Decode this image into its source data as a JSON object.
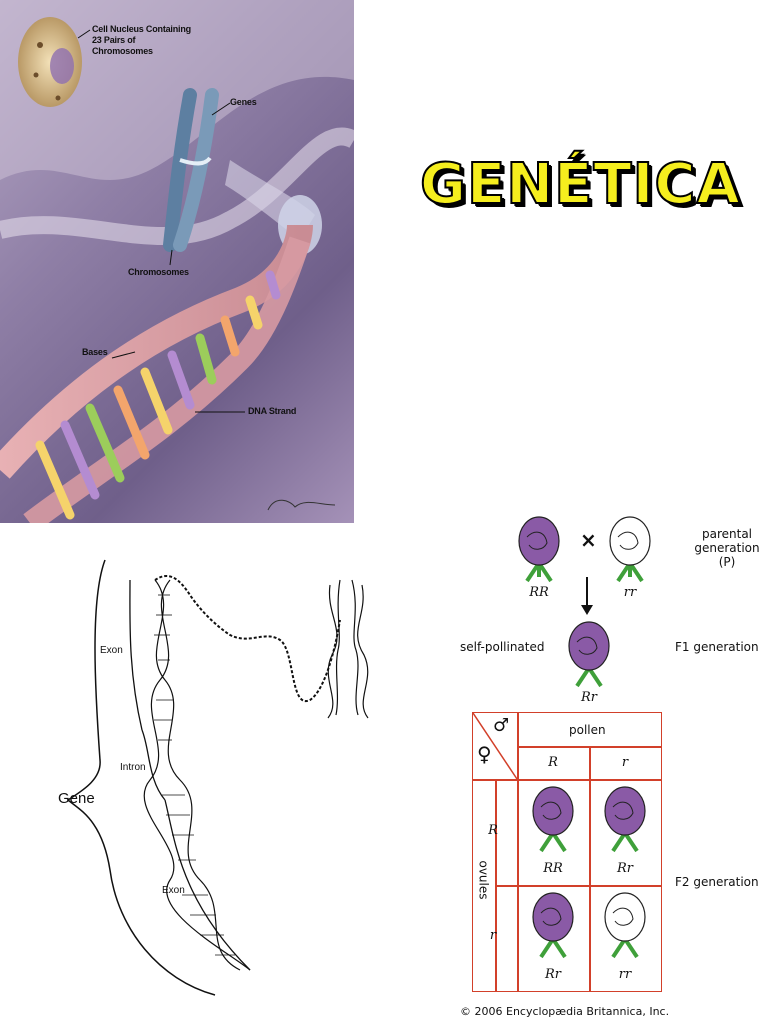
{
  "title": "GENÉTICA",
  "dna_illustration": {
    "labels": {
      "nucleus": "Cell Nucleus Containing 23 Pairs of Chromosomes",
      "genes": "Genes",
      "chromosomes": "Chromosomes",
      "bases": "Bases",
      "dna_strand": "DNA Strand"
    },
    "colors": {
      "strand": "#e0a2a6",
      "background": "#8f7fa6"
    }
  },
  "gene_diagram": {
    "labels": {
      "gene": "Gene",
      "exon_top": "Exon",
      "intron": "Intron",
      "exon_bottom": "Exon"
    }
  },
  "mendel_cross": {
    "parental_label": "parental generation (P)",
    "cross_symbol": "×",
    "parent_left_genotype": "RR",
    "parent_right_genotype": "rr",
    "self_pollinated": "self-pollinated",
    "f1_label": "F1 generation",
    "f1_genotype": "Rr",
    "male_symbol": "♂",
    "female_symbol": "♀",
    "pollen_label": "pollen",
    "ovules_label": "ovules",
    "pollen_alleles": [
      "R",
      "r"
    ],
    "ovule_alleles": [
      "R",
      "r"
    ],
    "grid_genotypes": [
      "RR",
      "Rr",
      "Rr",
      "rr"
    ],
    "f2_label": "F2 generation",
    "copyright": "© 2006 Encyclopædia Britannica, Inc.",
    "colors": {
      "purple_flower": "#8a5aa6",
      "white_flower": "#ffffff",
      "leaf": "#3fa03a",
      "grid": "#d2402a"
    }
  }
}
